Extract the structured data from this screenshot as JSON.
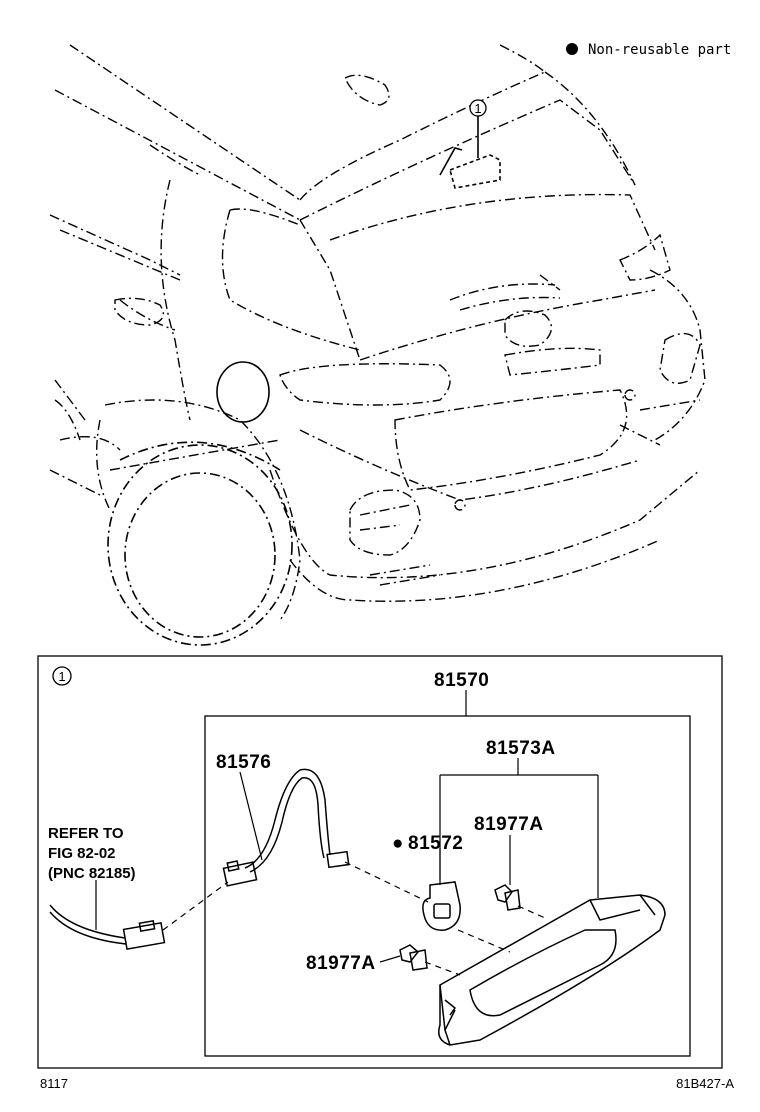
{
  "legend": {
    "symbol": "●",
    "text": "Non-reusable part"
  },
  "detail_marker": "1",
  "parts": {
    "assembly": "81570",
    "subassembly": "81573A",
    "harness": "81576",
    "gasket": "81572",
    "clip_upper": "81977A",
    "clip_lower": "81977A",
    "nonreusable_marker": "●"
  },
  "reference": {
    "line1": "REFER TO",
    "line2": "FIG 82-02",
    "line3": "(PNC 82185)"
  },
  "footer": {
    "page": "8117",
    "figure_code": "81B427-A"
  }
}
